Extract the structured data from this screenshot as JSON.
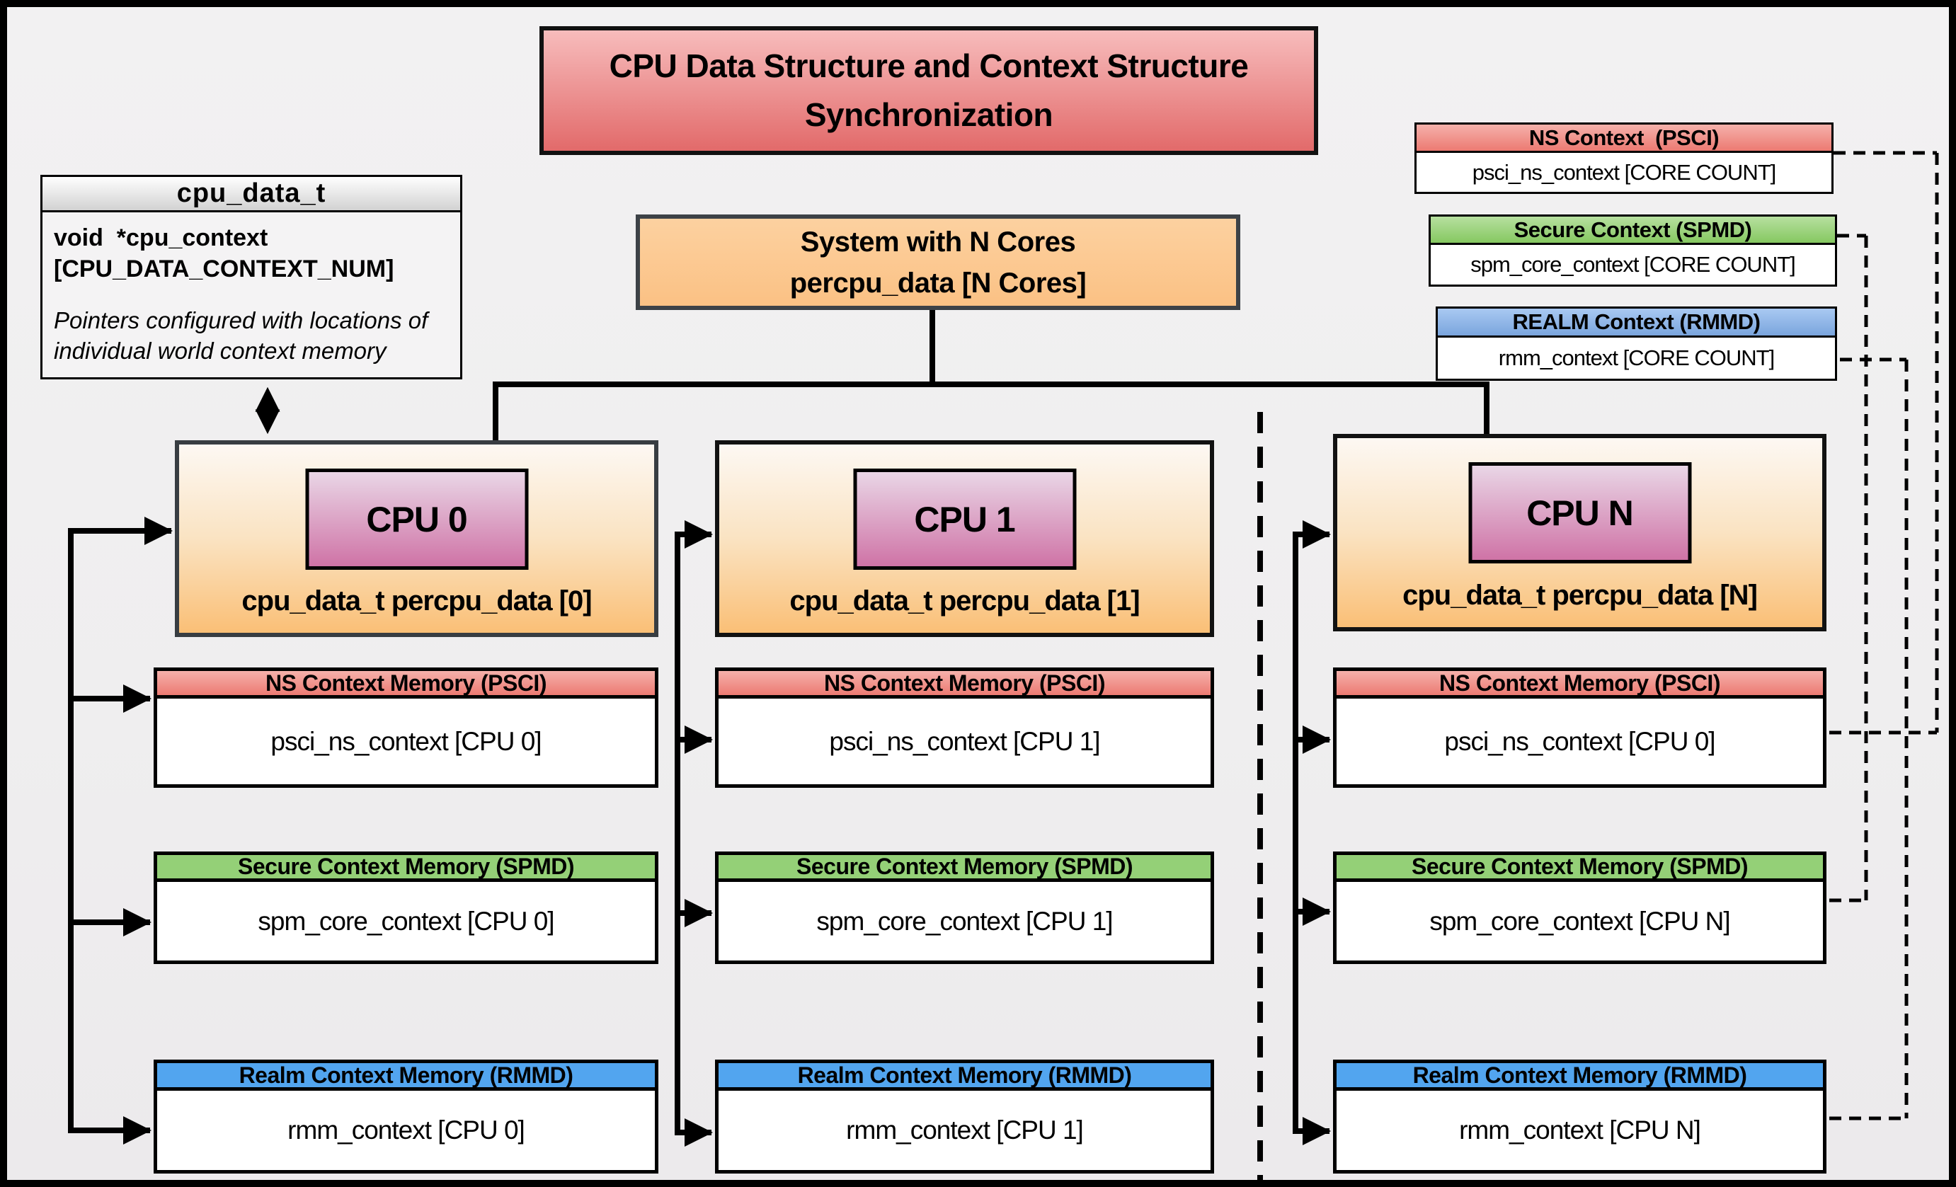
{
  "title": "CPU Data Structure and Context Structure Synchronization",
  "cpu_data_t_box": {
    "header": "cpu_data_t",
    "field_line1": "void  *cpu_context",
    "field_line2": "[CPU_DATA_CONTEXT_NUM]",
    "note": "Pointers configured with locations of individual world context memory"
  },
  "system_box": {
    "line1": "System with N Cores",
    "line2": "percpu_data [N Cores]"
  },
  "legend": {
    "ns": {
      "header": "NS Context  (PSCI)",
      "body": "psci_ns_context [CORE COUNT]"
    },
    "secure": {
      "header": "Secure Context (SPMD)",
      "body": "spm_core_context [CORE COUNT]"
    },
    "realm": {
      "header": "REALM Context (RMMD)",
      "body": "rmm_context [CORE COUNT]"
    }
  },
  "memory_headers": {
    "ns": "NS Context Memory (PSCI)",
    "secure": "Secure Context Memory (SPMD)",
    "realm": "Realm Context Memory (RMMD)"
  },
  "cpus": [
    {
      "label": "CPU 0",
      "data": "cpu_data_t percpu_data [0]",
      "ns": "psci_ns_context [CPU 0]",
      "secure": "spm_core_context [CPU 0]",
      "realm": "rmm_context [CPU 0]"
    },
    {
      "label": "CPU 1",
      "data": "cpu_data_t percpu_data [1]",
      "ns": "psci_ns_context [CPU 1]",
      "secure": "spm_core_context [CPU 1]",
      "realm": "rmm_context [CPU 1]"
    },
    {
      "label": "CPU N",
      "data": "cpu_data_t percpu_data [N]",
      "ns": "psci_ns_context [CPU 0]",
      "secure": "spm_core_context [CPU N]",
      "realm": "rmm_context [CPU N]"
    }
  ],
  "colors": {
    "title-top": "#f7bcbc",
    "title-bottom": "#e26a6a",
    "gray-top": "#fefefe",
    "gray-bottom": "#d2d2d2",
    "orange": "#fbc184",
    "cpu-grad-bottom": "#fabf76",
    "pink-top": "#e9d6e6",
    "pink-bottom": "#cf73a6",
    "red-top": "#f5b1ab",
    "red-bottom": "#ec7a72",
    "green-top": "#b7e0a0",
    "green-bottom": "#86c861",
    "green-flat": "#94d077",
    "blue-top": "#a9c9f2",
    "blue-bottom": "#7aa5dd",
    "blue-flat": "#52a5ef"
  }
}
